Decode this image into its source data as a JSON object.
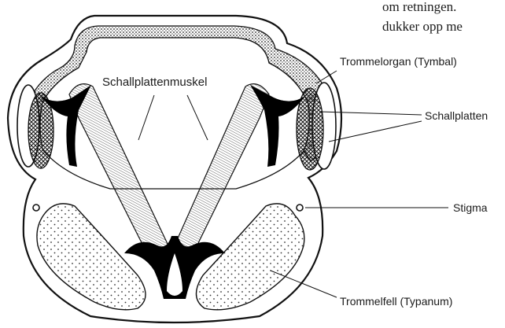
{
  "page_text": {
    "line1": "om retningen.",
    "line2": "dukker opp me"
  },
  "labels": {
    "muscle": "Schallplattenmuskel",
    "tymbal": "Trommelorgan (Tymbal)",
    "plate": "Schallplatten",
    "stigma": "Stigma",
    "tympanum": "Trommelfell (Typanum)"
  }
}
